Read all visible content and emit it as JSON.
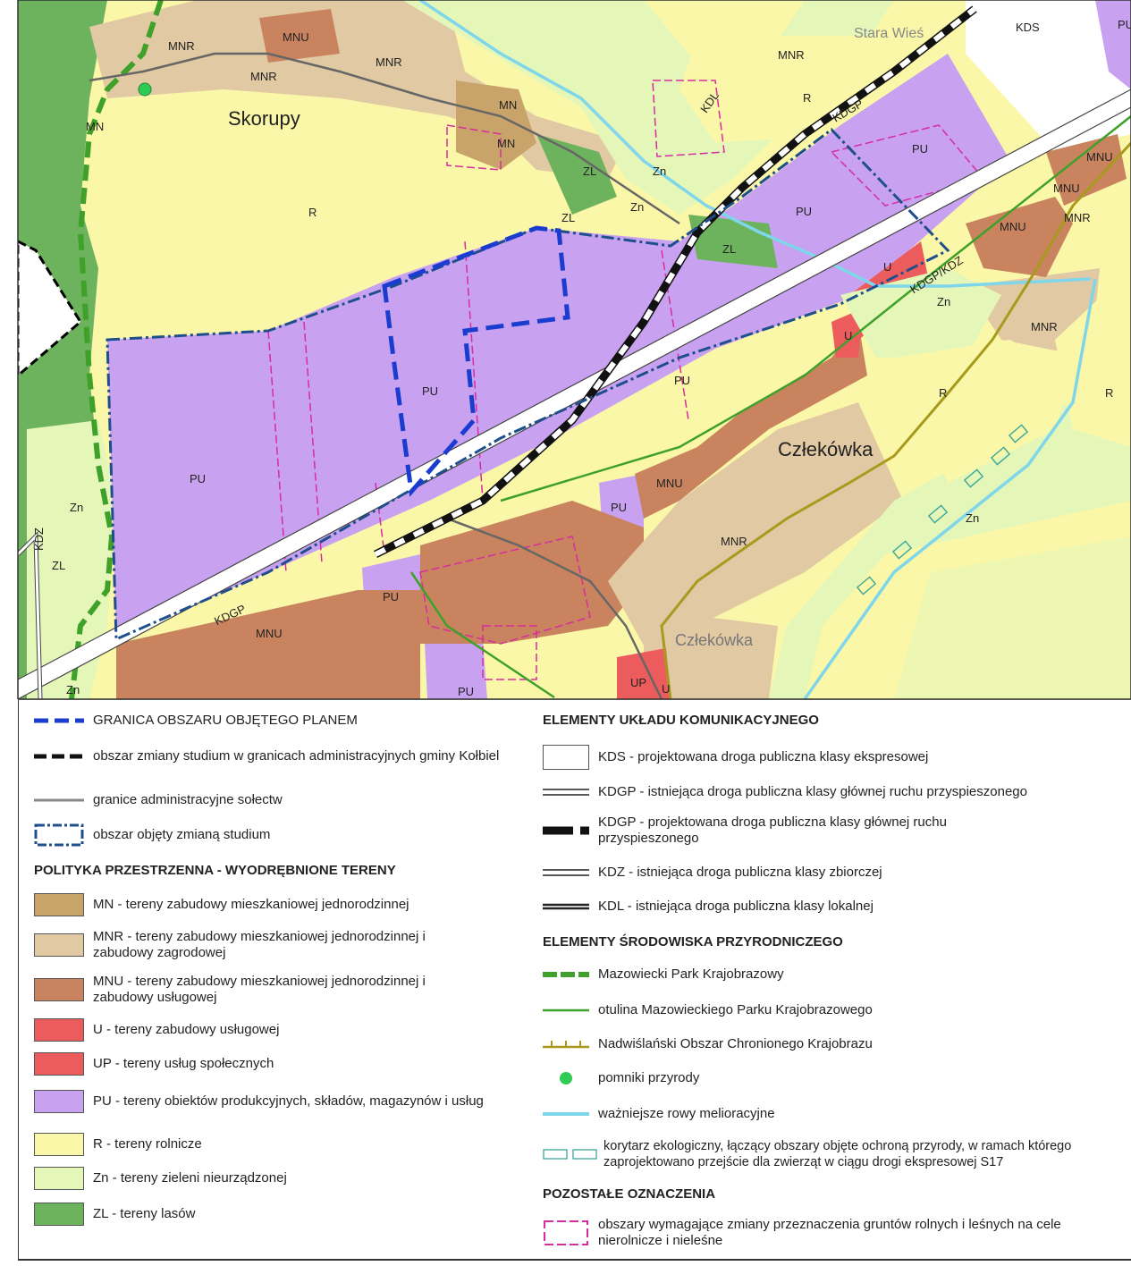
{
  "map": {
    "place_names": [
      "Skorupy",
      "Człekówka",
      "Stara Wieś",
      "Człekówka"
    ],
    "zone_labels": [
      "MNR",
      "MNU",
      "MNR",
      "MNR",
      "MNR",
      "MN",
      "MN",
      "MN",
      "R",
      "R",
      "R",
      "R",
      "PU",
      "PU",
      "PU",
      "PU",
      "PU",
      "PU",
      "PU",
      "PU",
      "PU",
      "Zn",
      "Zn",
      "Zn",
      "Zn",
      "Zn",
      "Zn",
      "ZL",
      "ZL",
      "ZL",
      "ZL",
      "MNU",
      "MNU",
      "MNU",
      "MNU",
      "MNU",
      "MNR",
      "MNR",
      "MNR",
      "U",
      "U",
      "U",
      "UP"
    ],
    "road_labels": [
      "KDS",
      "KDL",
      "KDGP",
      "KDGP/KDZ",
      "KDGP",
      "KDZ"
    ]
  },
  "legend": {
    "boundary_plan": "GRANICA OBSZARU OBJĘTEGO PLANEM",
    "boundary_admin": "obszar zmiany studium w granicach administracyjnych gminy Kołbiel",
    "boundary_solectw": "granice administracyjne sołectw",
    "boundary_studium": "obszar objęty zmianą studium",
    "heading_policy": "POLITYKA PRZESTRZENNA - WYODRĘBNIONE TERENY",
    "zones": [
      {
        "label": "MN - tereny zabudowy mieszkaniowej jednorodzinnej",
        "color": "#c9a46a"
      },
      {
        "label": "MNR - tereny zabudowy mieszkaniowej jednorodzinnej i zabudowy zagrodowej",
        "color": "#e0c9a3"
      },
      {
        "label": "MNU - tereny zabudowy mieszkaniowej jednorodzinnej i zabudowy usługowej",
        "color": "#c9845f"
      },
      {
        "label": "U - tereny zabudowy usługowej",
        "color": "#ec5c5c"
      },
      {
        "label": "UP - tereny usług społecznych",
        "color": "#ec5c5c"
      },
      {
        "label": "PU - tereny obiektów produkcyjnych, składów, magazynów i usług",
        "color": "#c8a2f0"
      },
      {
        "label": "R - tereny rolnicze",
        "color": "#fbf7a8"
      },
      {
        "label": "Zn - tereny zieleni nieurządzonej",
        "color": "#e4f7b8"
      },
      {
        "label": "ZL - tereny lasów",
        "color": "#6db35e"
      }
    ],
    "heading_transport": "ELEMENTY UKŁADU KOMUNIKACYJNEGO",
    "transport": [
      "KDS - projektowana droga publiczna klasy ekspresowej",
      "KDGP - istniejąca droga publiczna klasy głównej ruchu przyspieszonego",
      "KDGP - projektowana droga publiczna klasy głównej ruchu przyspieszonego",
      "KDZ - istniejąca droga publiczna klasy zbiorczej",
      "KDL - istniejąca droga publiczna klasy lokalnej"
    ],
    "heading_nature": "ELEMENTY ŚRODOWISKA PRZYRODNICZEGO",
    "nature": [
      "Mazowiecki Park Krajobrazowy",
      "otulina Mazowieckiego Parku Krajobrazowego",
      "Nadwiślański Obszar Chronionego Krajobrazu",
      "pomniki przyrody",
      "ważniejsze rowy melioracyjne",
      "korytarz ekologiczny, łączący obszary objęte ochroną przyrody, w ramach którego zaprojektowano przejście dla zwierząt w ciągu drogi ekspresowej S17"
    ],
    "heading_other": "POZOSTAŁE OZNACZENIA",
    "other": [
      "obszary wymagające zmiany przeznaczenia gruntów rolnych i leśnych na cele nierolnicze i nieleśne"
    ]
  },
  "colors": {
    "MN": "#c9a46a",
    "MNR": "#e0c9a3",
    "MNU": "#c9845f",
    "U": "#ec5c5c",
    "PU": "#c8a2f0",
    "R": "#fbf7a8",
    "Zn": "#e4f7b8",
    "ZL": "#6db35e",
    "plan_border": "#1a3ccf",
    "studium_border": "#1f4e8c",
    "ditch": "#7fd6ea",
    "pink": "#d62d9e",
    "ochk": "#a89a1c",
    "park": "#3fa02a"
  }
}
